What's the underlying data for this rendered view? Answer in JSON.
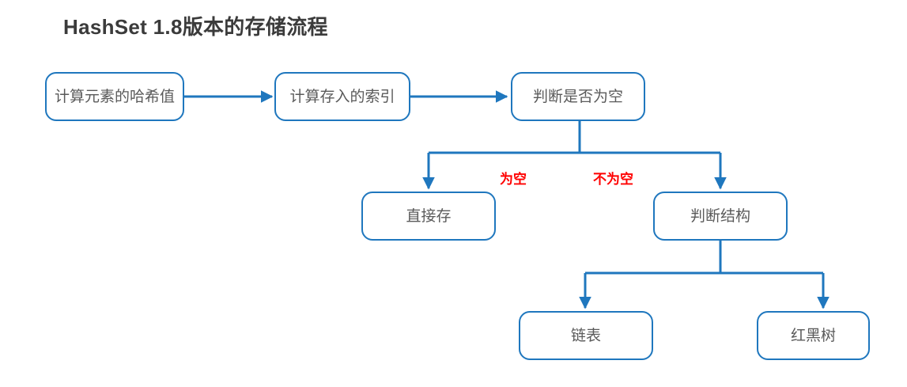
{
  "title": "HashSet 1.8版本的存储流程",
  "theme": {
    "node_border": "#1f77be",
    "node_text": "#5a5a5a",
    "edge_color": "#1f77be",
    "label_color": "#ff0000",
    "title_color": "#3b3b3b",
    "background": "#ffffff"
  },
  "nodes": [
    {
      "id": "hash",
      "label": "计算元素的哈希值"
    },
    {
      "id": "index",
      "label": "计算存入的索引"
    },
    {
      "id": "isempty",
      "label": "判断是否为空"
    },
    {
      "id": "store",
      "label": "直接存"
    },
    {
      "id": "structure",
      "label": "判断结构"
    },
    {
      "id": "linkedlist",
      "label": "链表"
    },
    {
      "id": "redblack",
      "label": "红黑树"
    }
  ],
  "edge_labels": [
    {
      "id": "empty",
      "text": "为空"
    },
    {
      "id": "not-empty",
      "text": "不为空"
    }
  ],
  "edges": [
    {
      "from": "hash",
      "to": "index",
      "label": ""
    },
    {
      "from": "index",
      "to": "isempty",
      "label": ""
    },
    {
      "from": "isempty",
      "to": "store",
      "label": "为空"
    },
    {
      "from": "isempty",
      "to": "structure",
      "label": "不为空"
    },
    {
      "from": "structure",
      "to": "linkedlist",
      "label": ""
    },
    {
      "from": "structure",
      "to": "redblack",
      "label": ""
    }
  ]
}
